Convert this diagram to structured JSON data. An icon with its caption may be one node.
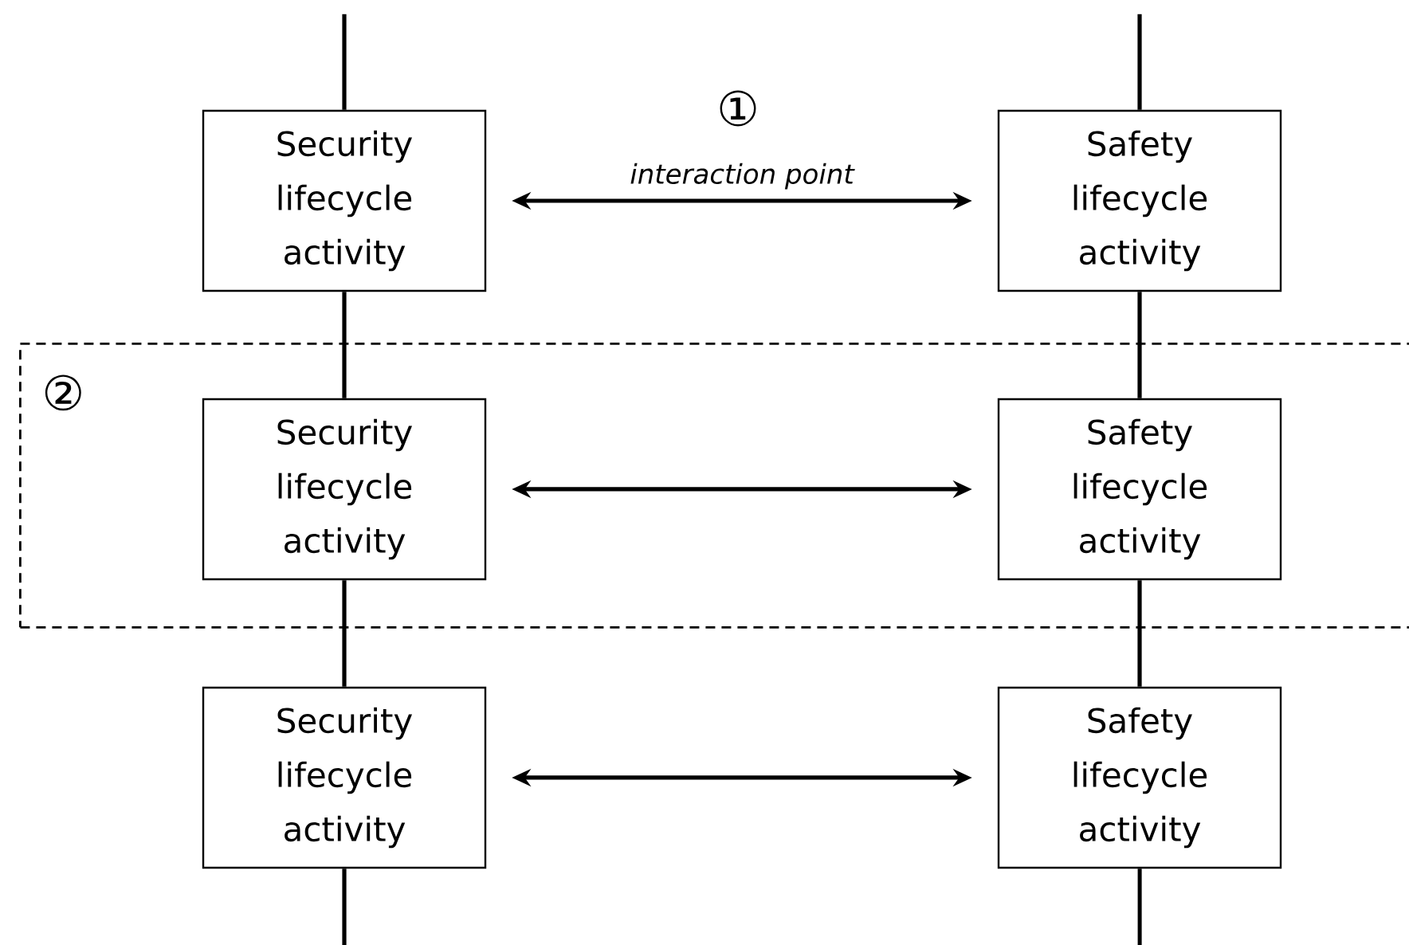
{
  "diagram": {
    "nodes": [
      {
        "text": [
          "Security lifecycle activity"
        ]
      },
      {
        "text": [
          "Safety lifecycle activity"
        ]
      },
      {
        "text": [
          "②"
        ]
      },
      {
        "text": [
          "Security lifecycle activity"
        ],
        "in": 2
      },
      {
        "text": [
          "Safety lifecycle activity"
        ],
        "in": 2
      },
      {
        "text": [
          "Security lifecycle activity"
        ]
      },
      {
        "text": [
          "Safety lifecycle activity"
        ]
      }
    ],
    "edges": [
      {
        "from": 0,
        "to": 1,
        "arrow": "both",
        "label": "interaction point"
      },
      {
        "from": 3,
        "to": 4,
        "arrow": "both"
      },
      {
        "from": 5,
        "to": 6,
        "arrow": "both"
      },
      {
        "from": null,
        "to": 0,
        "arrow": "none"
      },
      {
        "from": 0,
        "to": 3,
        "arrow": "none"
      },
      {
        "from": 3,
        "to": 5,
        "arrow": "none"
      },
      {
        "from": 5,
        "to": null,
        "arrow": "none"
      },
      {
        "from": null,
        "to": 1,
        "arrow": "none"
      },
      {
        "from": 1,
        "to": 4,
        "arrow": "none"
      },
      {
        "from": 4,
        "to": 6,
        "arrow": "none"
      },
      {
        "from": 6,
        "to": null,
        "arrow": "none"
      }
    ],
    "labels": [
      "①"
    ]
  }
}
